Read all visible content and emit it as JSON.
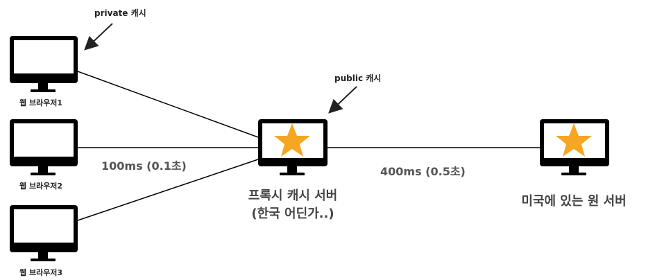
{
  "annotations": {
    "private_cache": "private 캐시",
    "public_cache": "public 캐시"
  },
  "browsers": [
    {
      "label": "웹 브라우저1"
    },
    {
      "label": "웹 브라우저2"
    },
    {
      "label": "웹 브라우저3"
    }
  ],
  "links": {
    "browser_to_proxy": "100ms (0.1초)",
    "proxy_to_origin": "400ms (0.5초)"
  },
  "proxy_server": {
    "line1": "프록시 캐시 서버",
    "line2": "(한국 어딘가..)"
  },
  "origin_server": {
    "label": "미국에 있는 원 서버"
  },
  "colors": {
    "monitor": "#000000",
    "star": "#f5a623",
    "line": "#000000",
    "arrow": "#222222"
  },
  "icons": [
    "monitor-icon",
    "star-icon",
    "arrow-icon"
  ]
}
